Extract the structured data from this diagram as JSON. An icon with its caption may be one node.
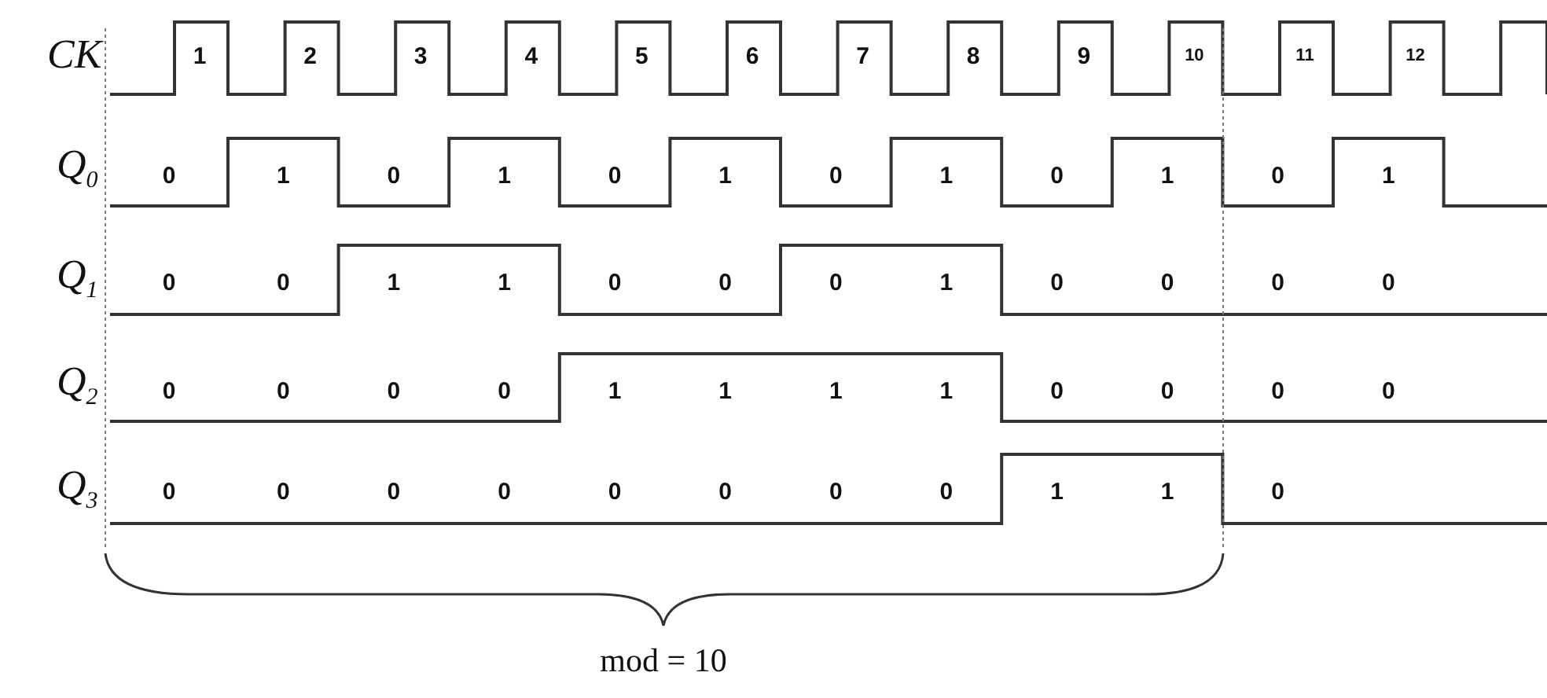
{
  "diagram": {
    "labels": [
      "CK",
      "1",
      "2",
      "3",
      "4",
      "5",
      "6",
      "7",
      "8",
      "9",
      "10",
      "11",
      "12",
      "Q$_{0}$",
      "0",
      "1",
      "0",
      "1",
      "0",
      "1",
      "0",
      "1",
      "0",
      "1",
      "0",
      "1",
      "Q$_{1}$",
      "0",
      "0",
      "1",
      "1",
      "0",
      "0",
      "0",
      "1",
      "0",
      "0",
      "0",
      "0",
      "Q$_{2}$",
      "0",
      "0",
      "0",
      "0",
      "1",
      "1",
      "1",
      "1",
      "0",
      "0",
      "0",
      "0",
      "Q$_{3}$",
      "0",
      "0",
      "0",
      "0",
      "0",
      "0",
      "0",
      "0",
      "1",
      "1",
      "0",
      "mod = 10"
    ]
  }
}
